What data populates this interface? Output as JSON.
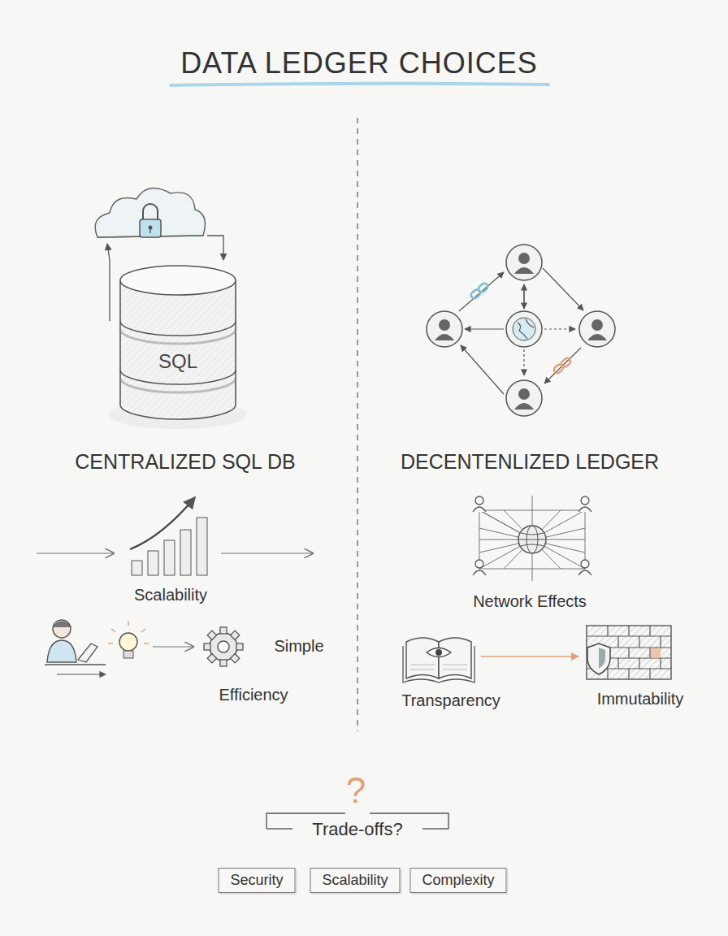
{
  "diagram": {
    "title": "DATA LEDGER CHOICES",
    "nodes": [
      {
        "text": [
          "SQL"
        ]
      },
      {
        "text": [
          "Security"
        ]
      },
      {
        "text": [
          "Scalability"
        ]
      },
      {
        "text": [
          "Complexity"
        ]
      }
    ],
    "labels": [
      "CENTRALIZED SQL DB",
      "DECENTENLIZED LEDGER",
      "Scalability",
      "Simple",
      "Efficiency",
      "Network Effects",
      "Transparency",
      "Immutability",
      "?",
      "Trade-offs?"
    ]
  }
}
